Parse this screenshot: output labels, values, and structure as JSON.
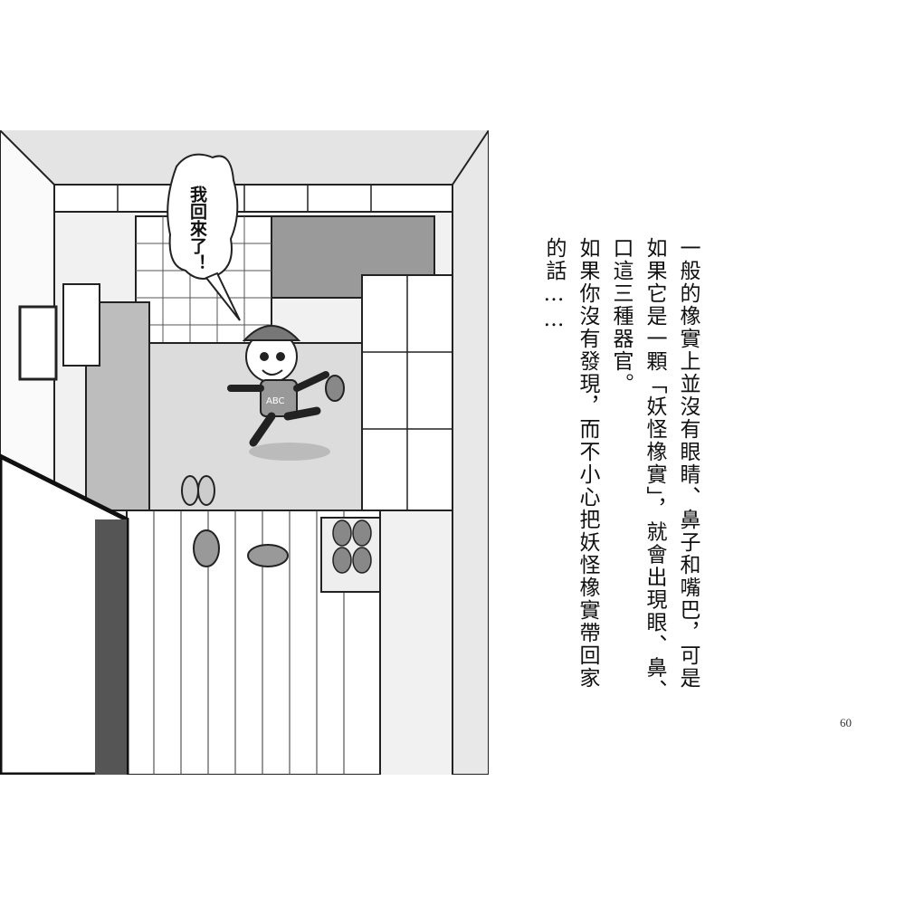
{
  "illustration": {
    "speech_bubble": "我回來了！",
    "shirt_text": "ABC"
  },
  "story": {
    "lines": [
      "一般的橡實上並沒有眼睛、鼻子和嘴巴，可是",
      "如果它是一顆「妖怪橡實」，就會出現眼、鼻、",
      "口這三種器官。",
      "如果你沒有發現，而不小心把妖怪橡實帶回家",
      "的話……"
    ]
  },
  "page_number": "60"
}
